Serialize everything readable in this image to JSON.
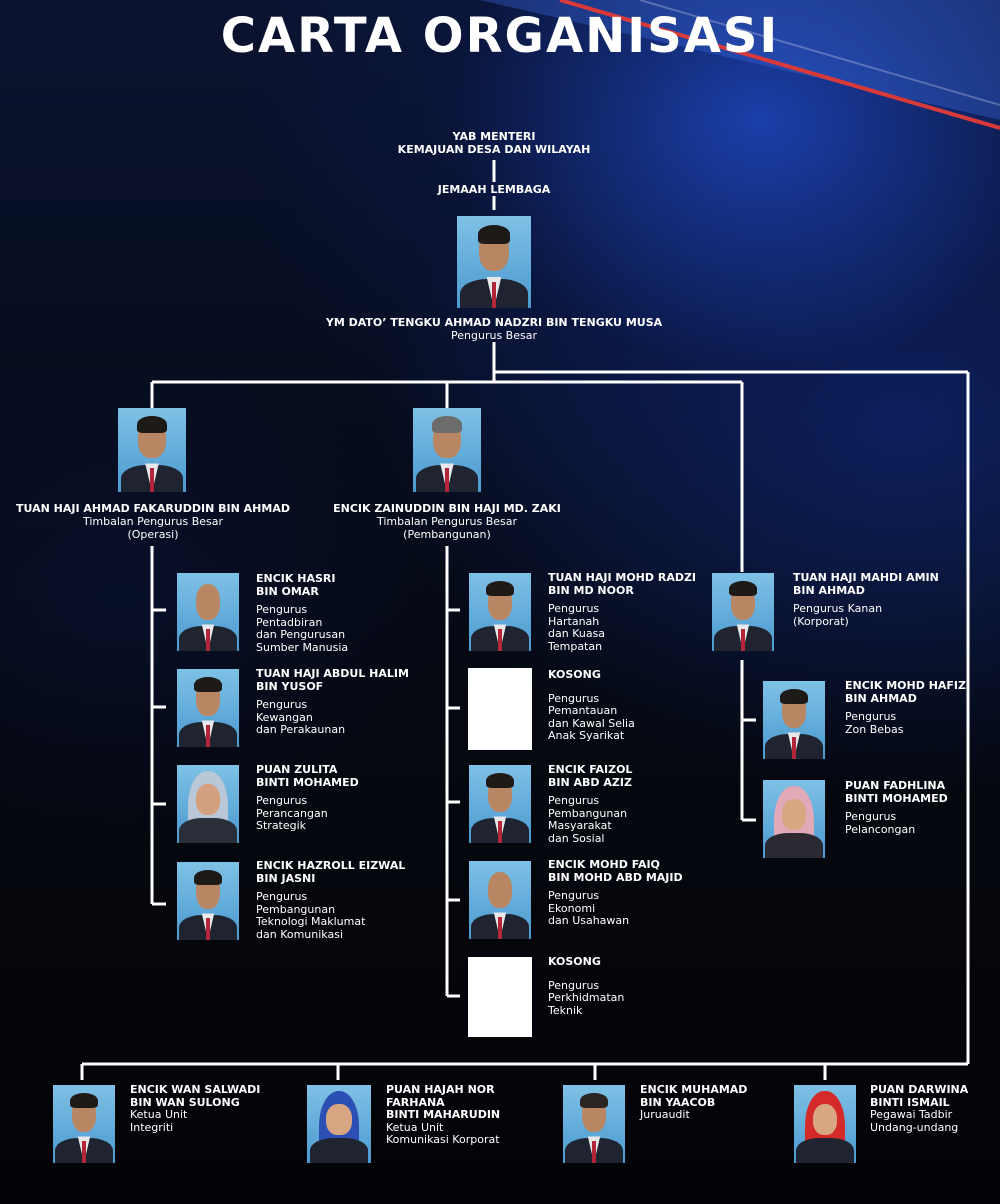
{
  "title": "CARTA ORGANISASI",
  "colors": {
    "line": "#ffffff",
    "streak": "#d83a3a",
    "accent": "#1e46be"
  },
  "top": {
    "minister_line1": "YAB MENTERI",
    "minister_line2": "KEMAJUAN DESA DAN WILAYAH",
    "board": "JEMAAH LEMBAGA"
  },
  "ceo": {
    "name": "YM DATO’ TENGKU AHMAD NADZRI BIN TENGKU MUSA",
    "role": "Pengurus Besar"
  },
  "deputies": [
    {
      "name": "TUAN HAJI AHMAD FAKARUDDIN BIN AHMAD",
      "role1": "Timbalan Pengurus Besar",
      "role2": "(Operasi)"
    },
    {
      "name": "ENCIK ZAINUDDIN BIN HAJI MD. ZAKI",
      "role1": "Timbalan Pengurus Besar",
      "role2": "(Pembangunan)"
    }
  ],
  "operasi": [
    {
      "name1": "ENCIK HASRI",
      "name2": "BIN OMAR",
      "role": [
        "Pengurus",
        "Pentadbiran",
        "dan Pengurusan",
        "Sumber Manusia"
      ]
    },
    {
      "name1": "TUAN HAJI ABDUL HALIM",
      "name2": "BIN YUSOF",
      "role": [
        "Pengurus",
        "Kewangan",
        "dan Perakaunan",
        ""
      ]
    },
    {
      "name1": "PUAN ZULITA",
      "name2": "BINTI MOHAMED",
      "role": [
        "Pengurus",
        "Perancangan",
        "Strategik",
        ""
      ]
    },
    {
      "name1": "ENCIK HAZROLL EIZWAL",
      "name2": "BIN JASNI",
      "role": [
        "Pengurus",
        "Pembangunan",
        "Teknologi Maklumat",
        "dan Komunikasi"
      ]
    }
  ],
  "pembangunan": [
    {
      "name1": "TUAN HAJI MOHD RADZI",
      "name2": "BIN MD NOOR",
      "role": [
        "Pengurus",
        "Hartanah",
        "dan Kuasa",
        "Tempatan"
      ]
    },
    {
      "name1": "KOSONG",
      "name2": "",
      "role": [
        "Pengurus",
        "Pemantauan",
        "dan Kawal Selia",
        "Anak Syarikat"
      ]
    },
    {
      "name1": "ENCIK FAIZOL",
      "name2": "BIN ABD AZIZ",
      "role": [
        "Pengurus",
        "Pembangunan",
        "Masyarakat",
        "dan Sosial"
      ]
    },
    {
      "name1": "ENCIK MOHD FAIQ",
      "name2": "BIN MOHD ABD MAJID",
      "role": [
        "Pengurus",
        "Ekonomi",
        "dan Usahawan",
        ""
      ]
    },
    {
      "name1": "KOSONG",
      "name2": "",
      "role": [
        "Pengurus",
        "Perkhidmatan",
        "Teknik",
        ""
      ]
    }
  ],
  "korporat": {
    "head": {
      "name1": "TUAN HAJI MAHDI AMIN",
      "name2": "BIN AHMAD",
      "role": [
        "Pengurus Kanan",
        "(Korporat)"
      ]
    },
    "subs": [
      {
        "name1": "ENCIK MOHD HAFIZ",
        "name2": "BIN AHMAD",
        "role": [
          "Pengurus",
          "Zon Bebas"
        ]
      },
      {
        "name1": "PUAN FADHLINA",
        "name2": "BINTI MOHAMED",
        "role": [
          "Pengurus",
          "Pelancongan"
        ]
      }
    ]
  },
  "units": [
    {
      "name1": "ENCIK WAN SALWADI",
      "name2": "BIN WAN SULONG",
      "role": [
        "Ketua Unit",
        "Integriti"
      ]
    },
    {
      "name1": "PUAN HAJAH NOR FARHANA",
      "name2": "BINTI MAHARUDIN",
      "role": [
        "Ketua Unit",
        "Komunikasi Korporat"
      ]
    },
    {
      "name1": "ENCIK MUHAMAD",
      "name2": "BIN YAACOB",
      "role": [
        "Juruaudit",
        ""
      ]
    },
    {
      "name1": "PUAN DARWINA",
      "name2": "BINTI ISMAIL",
      "role": [
        "Pegawai Tadbir",
        "Undang-undang"
      ]
    }
  ],
  "photo_icons": [
    "portrait-male",
    "portrait-female-hijab",
    "blank-placeholder"
  ]
}
